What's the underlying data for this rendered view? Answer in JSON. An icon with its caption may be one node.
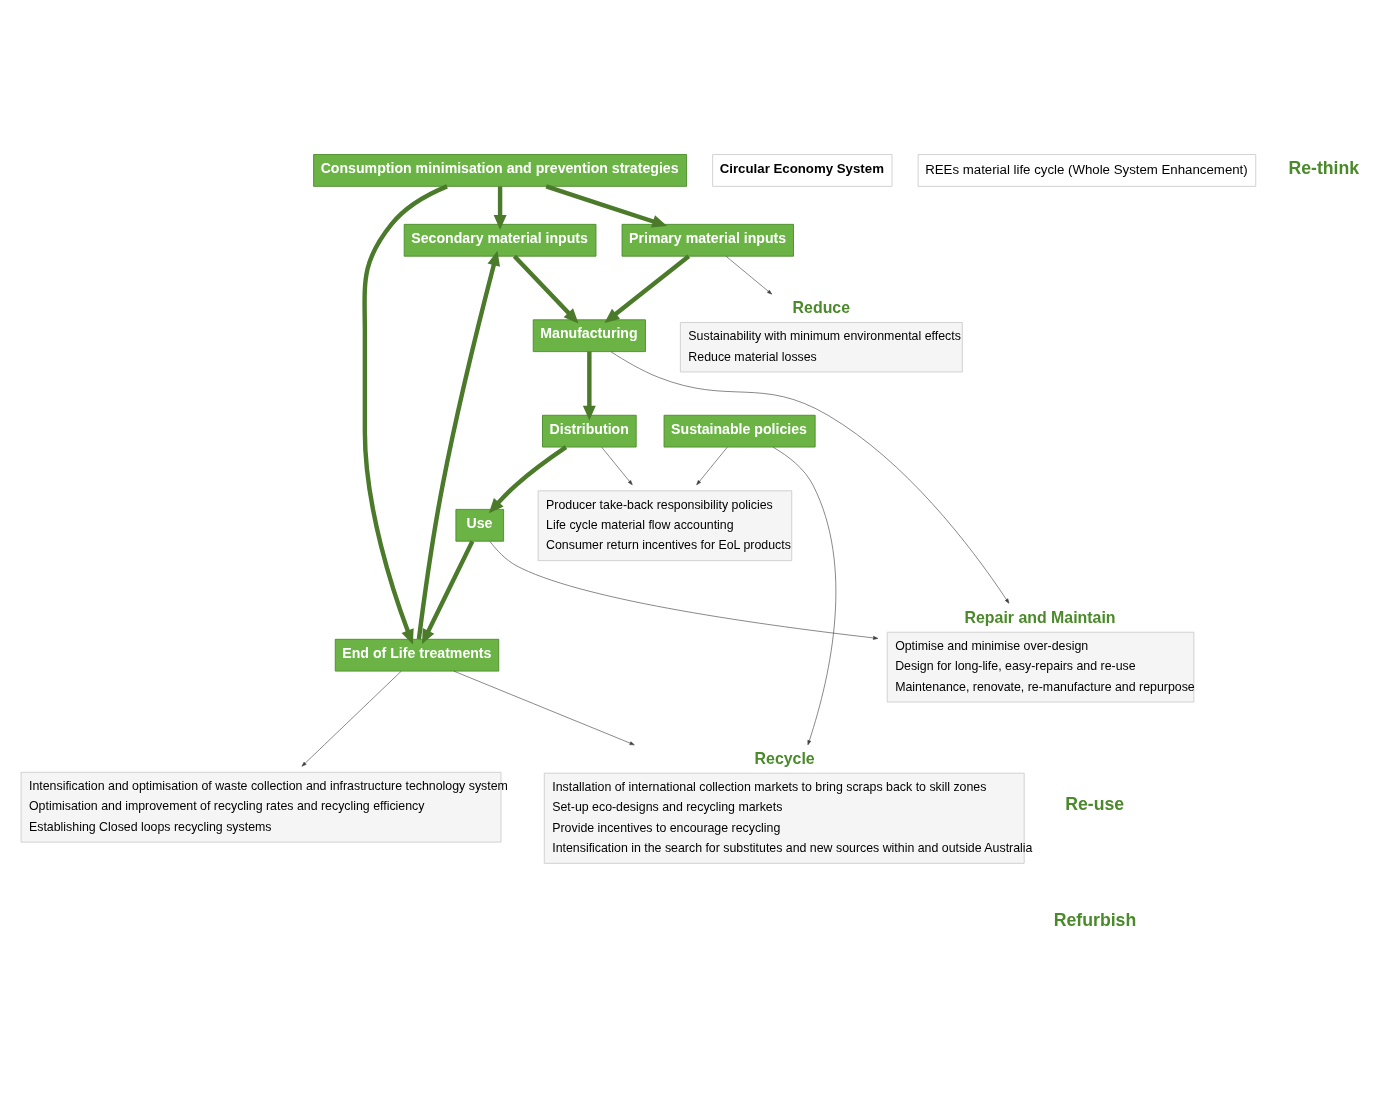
{
  "diagram": {
    "nodes": [
      {
        "text": [
          "Consumption minimisation and prevention strategies"
        ]
      },
      {
        "text": [
          "Secondary material inputs"
        ]
      },
      {
        "text": [
          "Circular Economy System"
        ]
      },
      {
        "text": [
          "REEs material life cycle (Whole System Enhancement)"
        ]
      },
      {
        "text": [
          "End of Life treatments"
        ]
      },
      {
        "text": [
          "Primary material inputs"
        ]
      },
      {
        "text": [
          "Use"
        ]
      },
      {
        "text": [
          "Sustainable policies"
        ]
      },
      {
        "text": [
          "Manufacturing"
        ]
      },
      {
        "text": [
          "Distribution"
        ]
      },
      {
        "text": [
          "Intensification and optimisation of waste collection and infrastructure technology system",
          "Optimisation and improvement of recycling rates and recycling efficiency",
          "Establishing Closed loops recycling systems"
        ]
      },
      {
        "text": [
          "Recycle",
          "Installation of international collection markets to bring scraps back to skill zones",
          "Set-up eco-designs and recycling markets",
          "Provide incentives to encourage recycling",
          "Intensification in the search for substitutes and new sources within and outside Australia"
        ]
      },
      {
        "text": [
          "Reduce",
          "Sustainability with minimum environmental effects",
          "Reduce material losses"
        ]
      },
      {
        "text": [
          "Repair and Maintain",
          "Optimise and minimise over-design",
          "Design for long-life, easy-repairs and re-use",
          "Maintenance, renovate, re-manufacture and repurpose"
        ]
      },
      {
        "text": [
          "Producer take-back responsibility policies",
          "Life cycle material flow accounting",
          "Consumer return incentives for EoL products"
        ]
      }
    ],
    "edges": [
      {
        "from": 0,
        "to": 4,
        "arrow": "to"
      },
      {
        "from": 0,
        "to": 1,
        "arrow": "to"
      },
      {
        "from": 0,
        "to": 5,
        "arrow": "to"
      },
      {
        "from": 4,
        "to": 1,
        "arrow": "to"
      },
      {
        "from": 1,
        "to": 8,
        "arrow": "to"
      },
      {
        "from": 5,
        "to": 8,
        "arrow": "to"
      },
      {
        "from": 8,
        "to": 9,
        "arrow": "to"
      },
      {
        "from": 9,
        "to": 6,
        "arrow": "to"
      },
      {
        "from": 6,
        "to": 4,
        "arrow": "to"
      },
      {
        "from": 4,
        "to": 10,
        "arrow": "to",
        "color": "#404040"
      },
      {
        "from": 4,
        "to": 11,
        "arrow": "to",
        "color": "#404040"
      },
      {
        "from": 5,
        "to": 12,
        "arrow": "to",
        "color": "#404040"
      },
      {
        "from": 8,
        "to": 13,
        "arrow": "to",
        "color": "#404040"
      },
      {
        "from": 6,
        "to": 13,
        "arrow": "to",
        "color": "#404040"
      },
      {
        "from": 7,
        "to": 11,
        "arrow": "to",
        "color": "#404040"
      },
      {
        "from": 7,
        "to": 14,
        "arrow": "to",
        "color": "#404040"
      },
      {
        "from": 9,
        "to": 14,
        "arrow": "to",
        "color": "#404040"
      }
    ],
    "labels": [
      "Re-think",
      "Re-use",
      "Refurbish"
    ]
  }
}
